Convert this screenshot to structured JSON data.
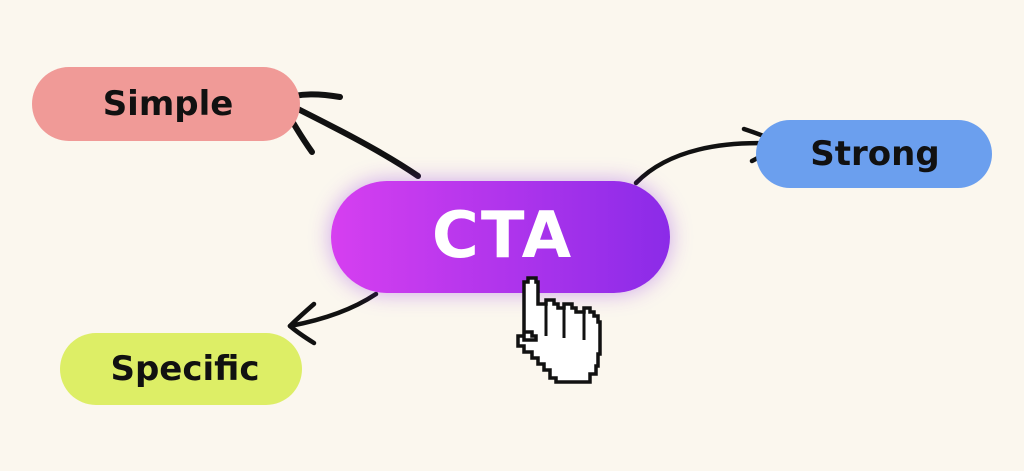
{
  "diagram": {
    "center": {
      "label": "CTA",
      "gradient_start": "#D63FF0",
      "gradient_end": "#8B2BE8"
    },
    "nodes": [
      {
        "id": "simple",
        "label": "Simple",
        "color": "#F09A97"
      },
      {
        "id": "strong",
        "label": "Strong",
        "color": "#6B9FEE"
      },
      {
        "id": "specific",
        "label": "Specific",
        "color": "#DDEE66"
      }
    ],
    "arrow_color": "#111111",
    "cursor_icon": "pointing-hand-cursor-icon"
  }
}
